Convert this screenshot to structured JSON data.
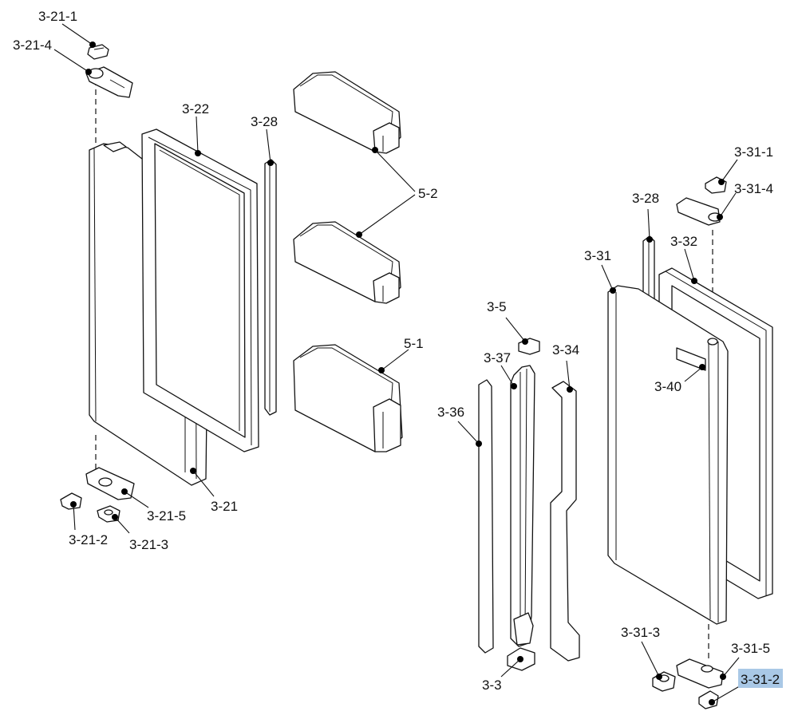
{
  "labels": {
    "l_3_21_1": "3-21-1",
    "l_3_21_4": "3-21-4",
    "l_3_22": "3-22",
    "l_3_28_left": "3-28",
    "l_5_2": "5-2",
    "l_5_1": "5-1",
    "l_3_21": "3-21",
    "l_3_21_5": "3-21-5",
    "l_3_21_2": "3-21-2",
    "l_3_21_3": "3-21-3",
    "l_3_31_1": "3-31-1",
    "l_3_31_4": "3-31-4",
    "l_3_28_right": "3-28",
    "l_3_32": "3-32",
    "l_3_31": "3-31",
    "l_3_5": "3-5",
    "l_3_37": "3-37",
    "l_3_34": "3-34",
    "l_3_40": "3-40",
    "l_3_36": "3-36",
    "l_3_3": "3-3",
    "l_3_31_3": "3-31-3",
    "l_3_31_5": "3-31-5",
    "l_3_31_2": "3-31-2"
  },
  "highlight_color": "#a9c8e6"
}
